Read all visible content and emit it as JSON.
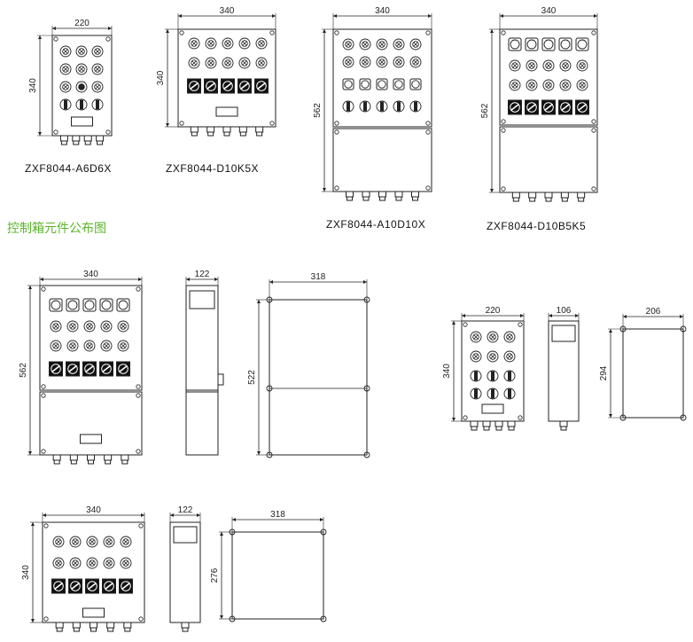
{
  "heading": "控制箱元件公布图",
  "captions": [
    "ZXF8044-A6D6X",
    "ZXF8044-D10K5X",
    "ZXF8044-A10D10X",
    "ZXF8044-D10B5K5"
  ],
  "dims": {
    "d1_w": "220",
    "d1_h": "340",
    "d2_w": "340",
    "d2_h": "340",
    "d3_w": "340",
    "d3_h": "562",
    "d4_w": "340",
    "d4_h": "562",
    "d5_w": "340",
    "d5_h": "562",
    "d5_side_w": "122",
    "d5_back_w": "318",
    "d5_back_h": "522",
    "d6_w": "220",
    "d6_h": "340",
    "d6_side_w": "106",
    "d6_back_w": "206",
    "d6_back_h": "294",
    "d7_w": "340",
    "d7_h": "340",
    "d7_side_w": "122",
    "d7_back_w": "318",
    "d7_back_h": "276"
  },
  "colors": {
    "heading": "#5ab52a",
    "line": "#222222",
    "panel": "#ffffff"
  }
}
